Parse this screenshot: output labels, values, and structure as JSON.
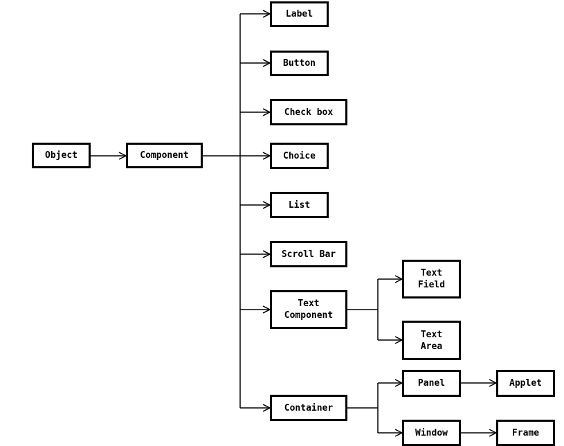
{
  "diagram": {
    "root": "Object",
    "component": "Component",
    "label": "Label",
    "button": "Button",
    "checkbox": "Check box",
    "choice": "Choice",
    "list": "List",
    "scrollbar": "Scroll Bar",
    "text_component": "Text\nComponent",
    "container": "Container",
    "text_field": "Text\nField",
    "text_area": "Text\nArea",
    "panel": "Panel",
    "window": "Window",
    "applet": "Applet",
    "frame": "Frame"
  },
  "colors": {
    "stroke": "#000000",
    "fill": "#ffffff"
  }
}
